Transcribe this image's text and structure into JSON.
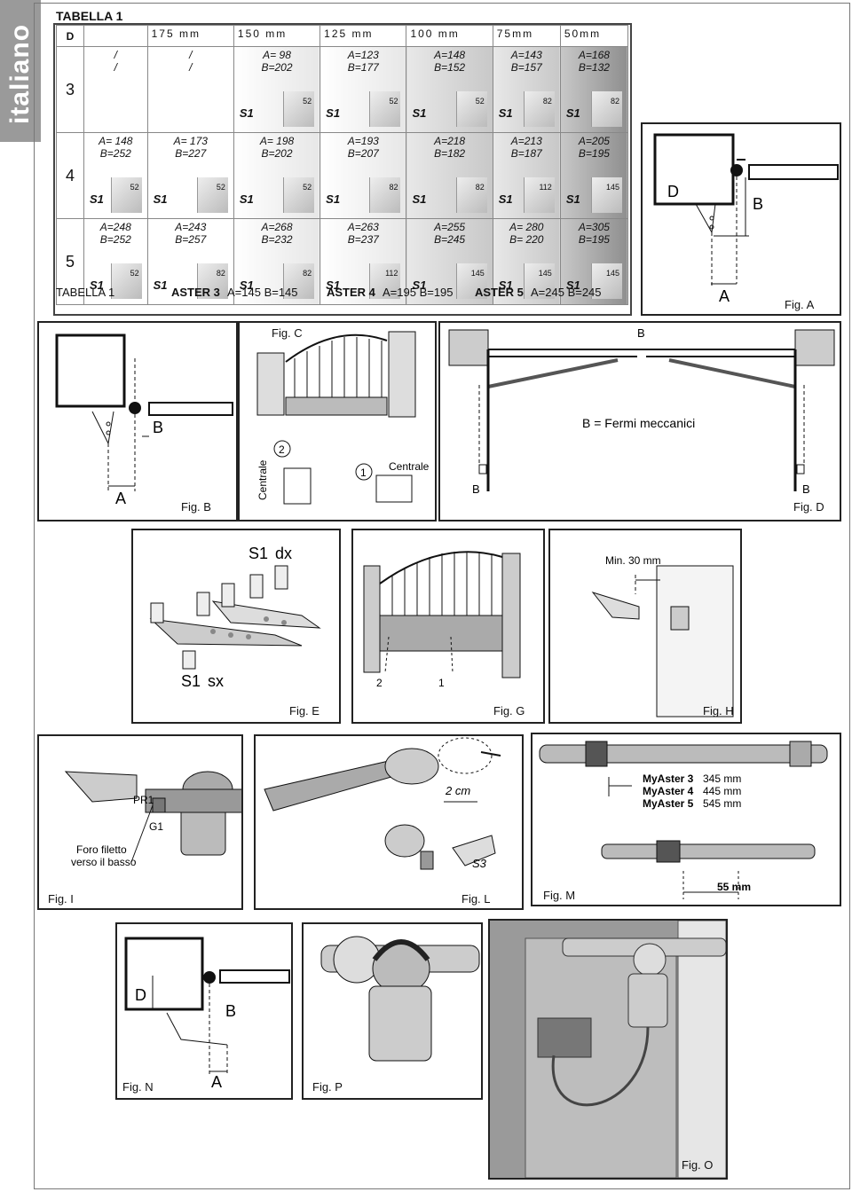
{
  "side_tab": "italiano",
  "table": {
    "title": "TABELLA 1",
    "corner": "D",
    "columns": [
      "175 mm",
      "150 mm",
      "125 mm",
      "100 mm",
      "75mm",
      "50mm"
    ],
    "rows": [
      {
        "label": "3",
        "cells": [
          {
            "a": "/",
            "b": "/"
          },
          {
            "a": "/",
            "b": "/"
          },
          {
            "a": "A= 98",
            "b": "B=202",
            "s1": "S1",
            "plate": "52"
          },
          {
            "a": "A=123",
            "b": "B=177",
            "s1": "S1",
            "plate": "52"
          },
          {
            "a": "A=148",
            "b": "B=152",
            "s1": "S1",
            "plate": "52"
          },
          {
            "a": "A=143",
            "b": "B=157",
            "s1": "S1",
            "plate": "82"
          },
          {
            "a": "A=168",
            "b": "B=132",
            "s1": "S1",
            "plate": "82"
          }
        ]
      },
      {
        "label": "4",
        "cells": [
          {
            "a": "A= 148",
            "b": "B=252",
            "s1": "S1",
            "plate": "52"
          },
          {
            "a": "A= 173",
            "b": "B=227",
            "s1": "S1",
            "plate": "52"
          },
          {
            "a": "A= 198",
            "b": "B=202",
            "s1": "S1",
            "plate": "52"
          },
          {
            "a": "A=193",
            "b": "B=207",
            "s1": "S1",
            "plate": "82"
          },
          {
            "a": "A=218",
            "b": "B=182",
            "s1": "S1",
            "plate": "82"
          },
          {
            "a": "A=213",
            "b": "B=187",
            "s1": "S1",
            "plate": "112"
          },
          {
            "a": "A=205",
            "b": "B=195",
            "s1": "S1",
            "plate": "145"
          }
        ]
      },
      {
        "label": "5",
        "cells": [
          {
            "a": "A=248",
            "b": "B=252",
            "s1": "S1",
            "plate": "52"
          },
          {
            "a": "A=243",
            "b": "B=257",
            "s1": "S1",
            "plate": "82"
          },
          {
            "a": "A=268",
            "b": "B=232",
            "s1": "S1",
            "plate": "82"
          },
          {
            "a": "A=263",
            "b": "B=237",
            "s1": "S1",
            "plate": "112"
          },
          {
            "a": "A=255",
            "b": "B=245",
            "s1": "S1",
            "plate": "145"
          },
          {
            "a": "A= 280",
            "b": "B= 220",
            "s1": "S1",
            "plate": "145"
          },
          {
            "a": "A=305",
            "b": "B=195",
            "s1": "S1",
            "plate": "145"
          }
        ]
      }
    ],
    "footer": {
      "label": "TABELLA 1",
      "aster3_name": "ASTER 3",
      "aster3_vals": "A=145 B=145",
      "aster4_name": "ASTER 4",
      "aster4_vals": "A=195 B=195",
      "aster5_name": "ASTER 5",
      "aster5_vals": "A=245 B=245"
    }
  },
  "figures": {
    "fig_a": {
      "label": "Fig. A",
      "d": "D",
      "b": "B",
      "a": "A"
    },
    "fig_b": {
      "label": "Fig. B",
      "b": "B",
      "a": "A"
    },
    "fig_c": {
      "label": "Fig. C",
      "centrale_vert": "Centrale",
      "centrale": "Centrale",
      "n1": "1",
      "n2": "2"
    },
    "fig_d": {
      "label": "Fig. D",
      "b_top": "B",
      "legend": "B = Fermi meccanici",
      "b_left": "B",
      "b_right": "B"
    },
    "fig_e": {
      "label": "Fig. E",
      "dx_label": "S1",
      "dx": "dx",
      "sx_label": "S1",
      "sx": "sx"
    },
    "fig_g": {
      "label": "Fig. G",
      "n2": "2",
      "n1": "1"
    },
    "fig_h": {
      "label": "Fig. H",
      "min": "Min. 30 mm"
    },
    "fig_i": {
      "label": "Fig. I",
      "pr1": "PR1",
      "g1": "G1",
      "note1": "Foro filetto",
      "note2": "verso il basso"
    },
    "fig_l": {
      "label": "Fig. L",
      "dim": "2 cm",
      "s3": "S3"
    },
    "fig_m": {
      "label": "Fig. M",
      "m3": "MyAster 3",
      "m3v": "345 mm",
      "m4": "MyAster 4",
      "m4v": "445 mm",
      "m5": "MyAster 5",
      "m5v": "545 mm",
      "dim": "55 mm"
    },
    "fig_n": {
      "label": "Fig. N",
      "d": "D",
      "b": "B",
      "a": "A"
    },
    "fig_p": {
      "label": "Fig. P"
    },
    "fig_o": {
      "label": "Fig. O"
    }
  }
}
